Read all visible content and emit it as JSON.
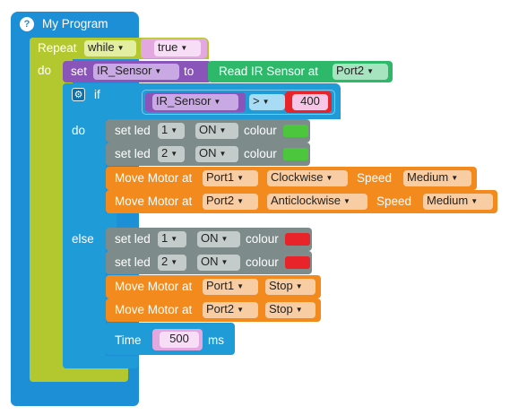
{
  "program": {
    "title": "My Program",
    "help_icon": "?"
  },
  "repeat": {
    "label": "Repeat",
    "mode": "while",
    "condition": "true",
    "do_label": "do"
  },
  "set_var": {
    "set_label": "set",
    "variable": "IR_Sensor",
    "to_label": "to",
    "read_label": "Read IR Sensor at",
    "port": "Port2"
  },
  "if_block": {
    "if_label": "if",
    "variable": "IR_Sensor",
    "operator": ">",
    "value": "400",
    "do_label": "do",
    "else_label": "else"
  },
  "do_branch": {
    "leds": [
      {
        "set_label": "set led",
        "led": "1",
        "state": "ON",
        "colour_label": "colour",
        "colour": "#4bc63d"
      },
      {
        "set_label": "set led",
        "led": "2",
        "state": "ON",
        "colour_label": "colour",
        "colour": "#4bc63d"
      }
    ],
    "motors": [
      {
        "label": "Move Motor at",
        "port": "Port1",
        "direction": "Clockwise",
        "speed_label": "Speed",
        "speed": "Medium"
      },
      {
        "label": "Move Motor at",
        "port": "Port2",
        "direction": "Anticlockwise",
        "speed_label": "Speed",
        "speed": "Medium"
      }
    ]
  },
  "else_branch": {
    "leds": [
      {
        "set_label": "set led",
        "led": "1",
        "state": "ON",
        "colour_label": "colour",
        "colour": "#e8242a"
      },
      {
        "set_label": "set led",
        "led": "2",
        "state": "ON",
        "colour_label": "colour",
        "colour": "#e8242a"
      }
    ],
    "motors": [
      {
        "label": "Move Motor at",
        "port": "Port1",
        "direction": "Stop"
      },
      {
        "label": "Move Motor at",
        "port": "Port2",
        "direction": "Stop"
      }
    ],
    "time": {
      "label": "Time",
      "value": "500",
      "unit": "ms"
    }
  },
  "colors": {
    "program_blue": "#1d8fd6",
    "repeat_green": "#b3c82e",
    "set_purple": "#8a55b8",
    "read_green": "#2db86a",
    "if_blue": "#1f9bd8",
    "led_grey": "#7d8c8b",
    "motor_orange": "#f28a1e",
    "logic_pink": "#e3a8e0"
  }
}
